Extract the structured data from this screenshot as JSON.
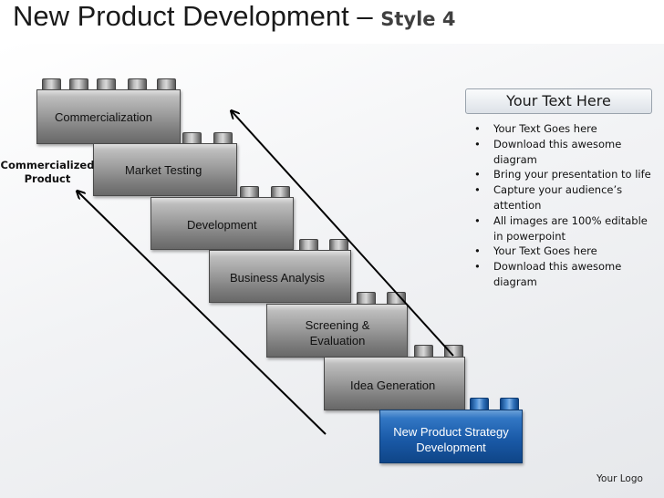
{
  "header": {
    "title": "New Product Development",
    "separator": "–",
    "subtitle": "Style 4"
  },
  "steps": [
    {
      "label": "Commercialization"
    },
    {
      "label": "Market Testing"
    },
    {
      "label": "Development"
    },
    {
      "label": "Business Analysis"
    },
    {
      "label_line1": "Screening &",
      "label_line2": "Evaluation"
    },
    {
      "label": "Idea Generation"
    },
    {
      "label_line1": "New Product Strategy",
      "label_line2": "Development"
    }
  ],
  "side_label": {
    "line1": "Commercialized",
    "line2": "Product"
  },
  "panel": {
    "heading": "Your Text Here",
    "bullet_glyph": "•",
    "bullets": [
      "Your Text Goes here",
      "Download this awesome diagram",
      "Bring your presentation to life",
      "Capture your audience’s attention",
      "All images are 100% editable in powerpoint",
      "Your Text Goes here",
      "Download this awesome diagram"
    ]
  },
  "footer": {
    "logo": "Your Logo"
  },
  "colors": {
    "accent_blue": "#1a5aa8",
    "block_gray": "#8c8c8c"
  }
}
